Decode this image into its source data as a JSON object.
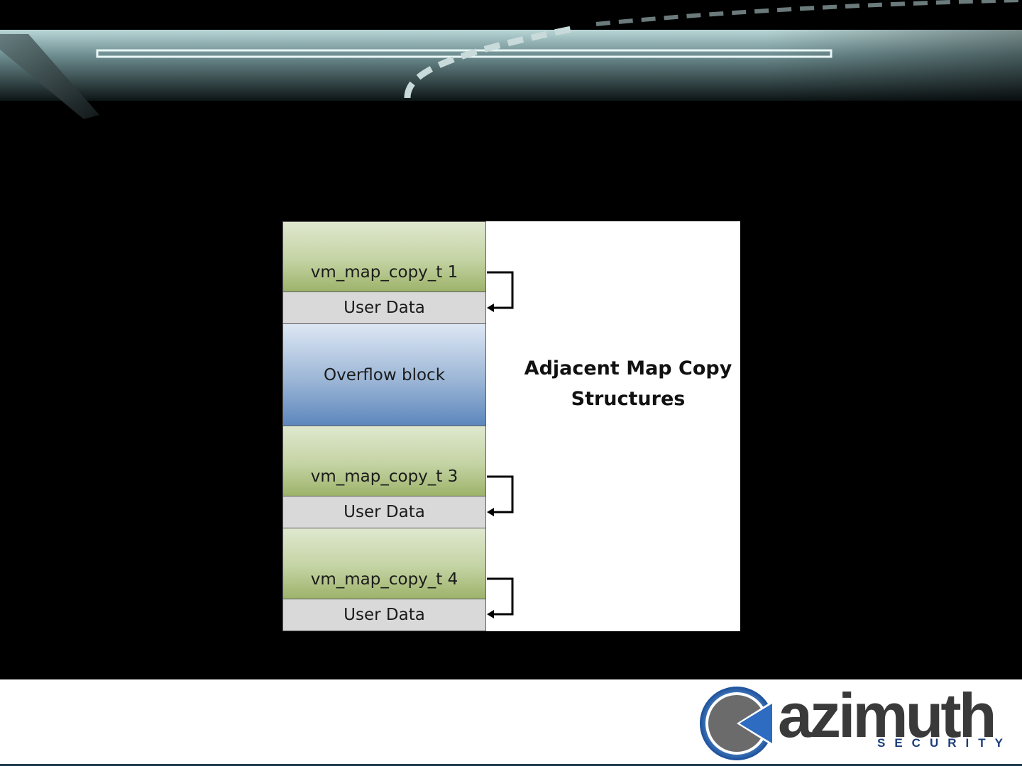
{
  "diagram": {
    "title_line1": "Adjacent Map Copy",
    "title_line2": "Structures",
    "blocks": [
      {
        "label": "vm_map_copy_t 1",
        "style": "green"
      },
      {
        "label": "User Data",
        "style": "gray"
      },
      {
        "label": "Overflow block",
        "style": "blue"
      },
      {
        "label": "vm_map_copy_t 3",
        "style": "green"
      },
      {
        "label": "User Data",
        "style": "gray"
      },
      {
        "label": "vm_map_copy_t 4",
        "style": "green"
      },
      {
        "label": "User Data",
        "style": "gray"
      }
    ]
  },
  "footer": {
    "logo_text": "azimuth",
    "logo_subtext": "SECURITY"
  },
  "colors": {
    "background": "#000000",
    "header_accent": "#9fc9cc",
    "green_block": "#c4d3a3",
    "gray_block": "#d9d9d9",
    "blue_block": "#5d87bd",
    "logo_blue": "#1b3d7a",
    "logo_gray": "#3a3a3a"
  }
}
